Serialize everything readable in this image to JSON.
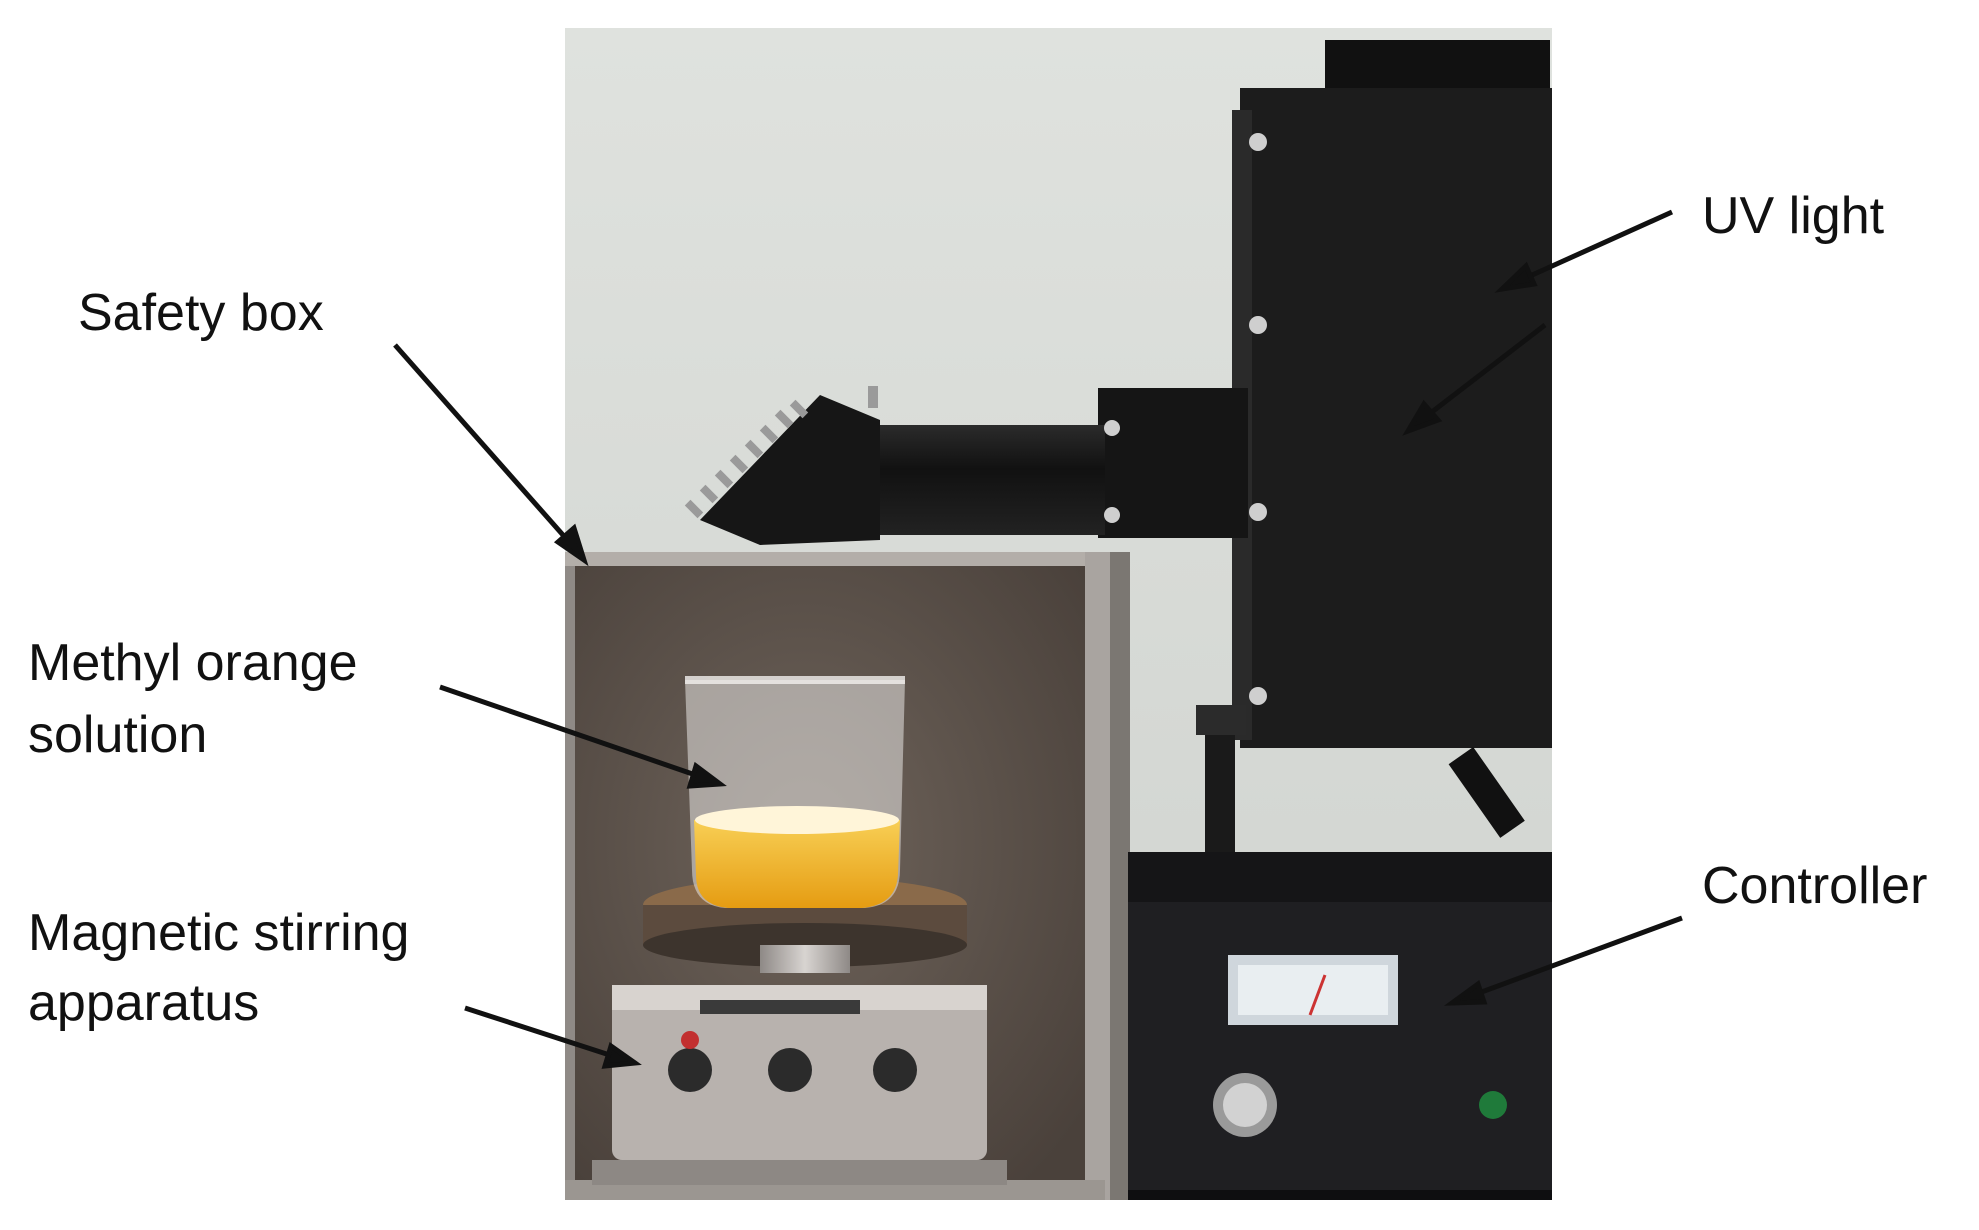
{
  "labels": {
    "uv_light": "UV light",
    "safety_box": "Safety box",
    "methyl_orange_line1": "Methyl orange",
    "methyl_orange_line2": "solution",
    "magnetic_line1": "Magnetic stirring",
    "magnetic_line2": "apparatus",
    "controller": "Controller"
  },
  "colors": {
    "wall": "#d9dcd8",
    "uv_housing": "#1c1c1c",
    "box_interior": "#5a5048",
    "solution": "#f2b01e",
    "controller_body": "#1f1f22",
    "stirrer_body": "#b8b2ae",
    "indicator_light": "#1f7a3a"
  }
}
